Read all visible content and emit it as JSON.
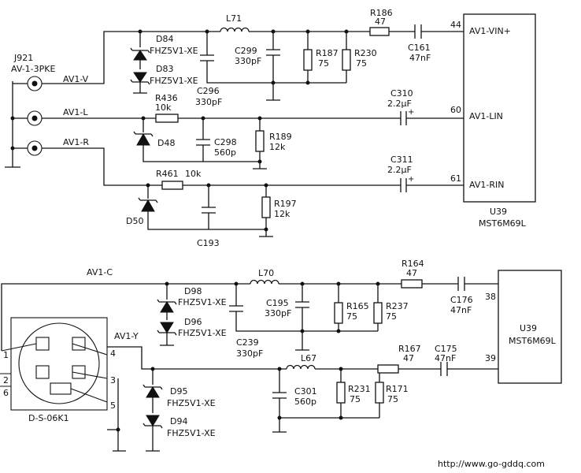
{
  "ic_top": {
    "pins": {
      "vin": "AV1-VIN+",
      "lin": "AV1-LIN",
      "rin": "AV1-RIN"
    },
    "pin_numbers": {
      "vin": "44",
      "lin": "60",
      "rin": "61"
    },
    "ref": "U39",
    "part": "MST6M69L"
  },
  "ic_bottom": {
    "ref": "U39",
    "part": "MST6M69L",
    "pin_numbers": {
      "a": "38",
      "b": "39"
    }
  },
  "connector_top": {
    "ref": "J921",
    "part": "AV-1-3PKE",
    "nets": {
      "v": "AV1-V",
      "l": "AV1-L",
      "r": "AV1-R"
    }
  },
  "connector_bottom": {
    "ref": "D-S-06K1",
    "net_c": "AV1-C",
    "net_y": "AV1-Y",
    "pins": {
      "p1": "1",
      "p2": "2",
      "p3": "3",
      "p4": "4",
      "p5": "5",
      "p6": "6"
    }
  },
  "components": {
    "L71": {
      "ref": "L71"
    },
    "R186": {
      "ref": "R186",
      "value": "47"
    },
    "C161": {
      "ref": "C161",
      "value": "47nF"
    },
    "D84": {
      "ref": "D84",
      "value": "FHZ5V1-XE"
    },
    "D83": {
      "ref": "D83",
      "value": "FHZ5V1-XE"
    },
    "C299": {
      "ref": "C299",
      "value": "330pF"
    },
    "C296": {
      "ref": "C296",
      "value": "330pF"
    },
    "R187": {
      "ref": "R187",
      "value": "75"
    },
    "R230": {
      "ref": "R230",
      "value": "75"
    },
    "R436": {
      "ref": "R436",
      "value": "10k"
    },
    "D48": {
      "ref": "D48"
    },
    "C298": {
      "ref": "C298",
      "value": "560p"
    },
    "R189": {
      "ref": "R189",
      "value": "12k"
    },
    "C310": {
      "ref": "C310",
      "value": "2.2μF"
    },
    "R461": {
      "ref": "R461",
      "value": "10k"
    },
    "D50": {
      "ref": "D50"
    },
    "C193": {
      "ref": "C193"
    },
    "R197": {
      "ref": "R197",
      "value": "12k"
    },
    "C311": {
      "ref": "C311",
      "value": "2.2μF"
    },
    "L70": {
      "ref": "L70"
    },
    "D98": {
      "ref": "D98",
      "value": "FHZ5V1-XE"
    },
    "D96": {
      "ref": "D96",
      "value": "FHZ5V1-XE"
    },
    "C195": {
      "ref": "C195",
      "value": "330pF"
    },
    "C239": {
      "ref": "C239",
      "value": "330pF"
    },
    "R165": {
      "ref": "R165",
      "value": "75"
    },
    "R237": {
      "ref": "R237",
      "value": "75"
    },
    "R164": {
      "ref": "R164",
      "value": "47"
    },
    "C176": {
      "ref": "C176",
      "value": "47nF"
    },
    "D95": {
      "ref": "D95",
      "value": "FHZ5V1-XE"
    },
    "D94": {
      "ref": "D94",
      "value": "FHZ5V1-XE"
    },
    "L67": {
      "ref": "L67"
    },
    "C301": {
      "ref": "C301",
      "value": "560p"
    },
    "R231": {
      "ref": "R231",
      "value": "75"
    },
    "R171": {
      "ref": "R171",
      "value": "75"
    },
    "R167": {
      "ref": "R167",
      "value": "47"
    },
    "C175": {
      "ref": "C175",
      "value": "47nF"
    }
  },
  "polarity_mark": "+",
  "watermark": "http://www.go-gddq.com"
}
